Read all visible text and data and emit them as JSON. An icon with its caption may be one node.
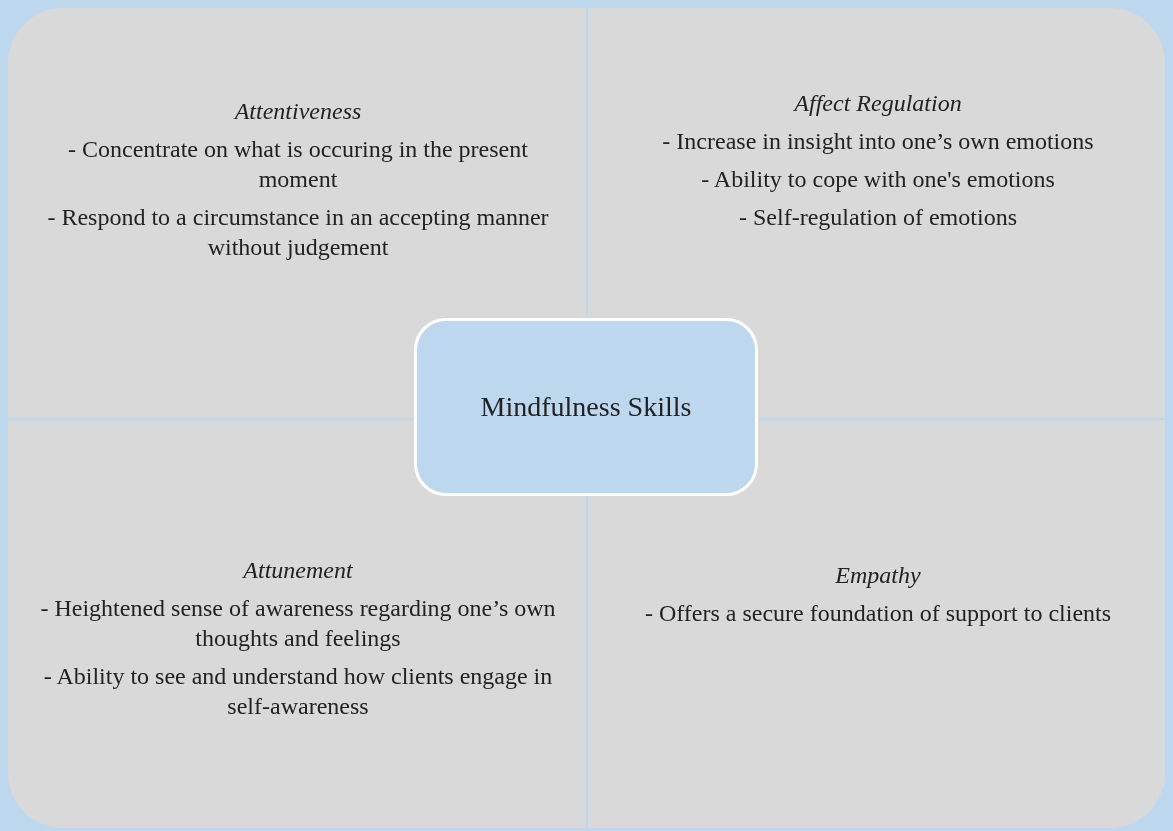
{
  "diagram": {
    "nodes": [
      {
        "text": [
          "Attentiveness",
          "- Concentrate on what is occuring in the present moment",
          "- Respond to a circumstance in an accepting manner without judgement"
        ]
      },
      {
        "text": [
          "Affect Regulation",
          "- Increase in insight into one’s own emotions",
          "- Ability to cope with one's emotions",
          "- Self-regulation of emotions"
        ]
      },
      {
        "text": [
          "Mindfulness Skills"
        ]
      },
      {
        "text": [
          "Attunement",
          "- Heightened sense of awareness regarding one’s own thoughts and feelings",
          "- Ability to see and understand how clients engage in self-awareness"
        ]
      },
      {
        "text": [
          "Empathy",
          "- Offers a secure foundation of support to clients"
        ]
      }
    ],
    "edges": []
  }
}
